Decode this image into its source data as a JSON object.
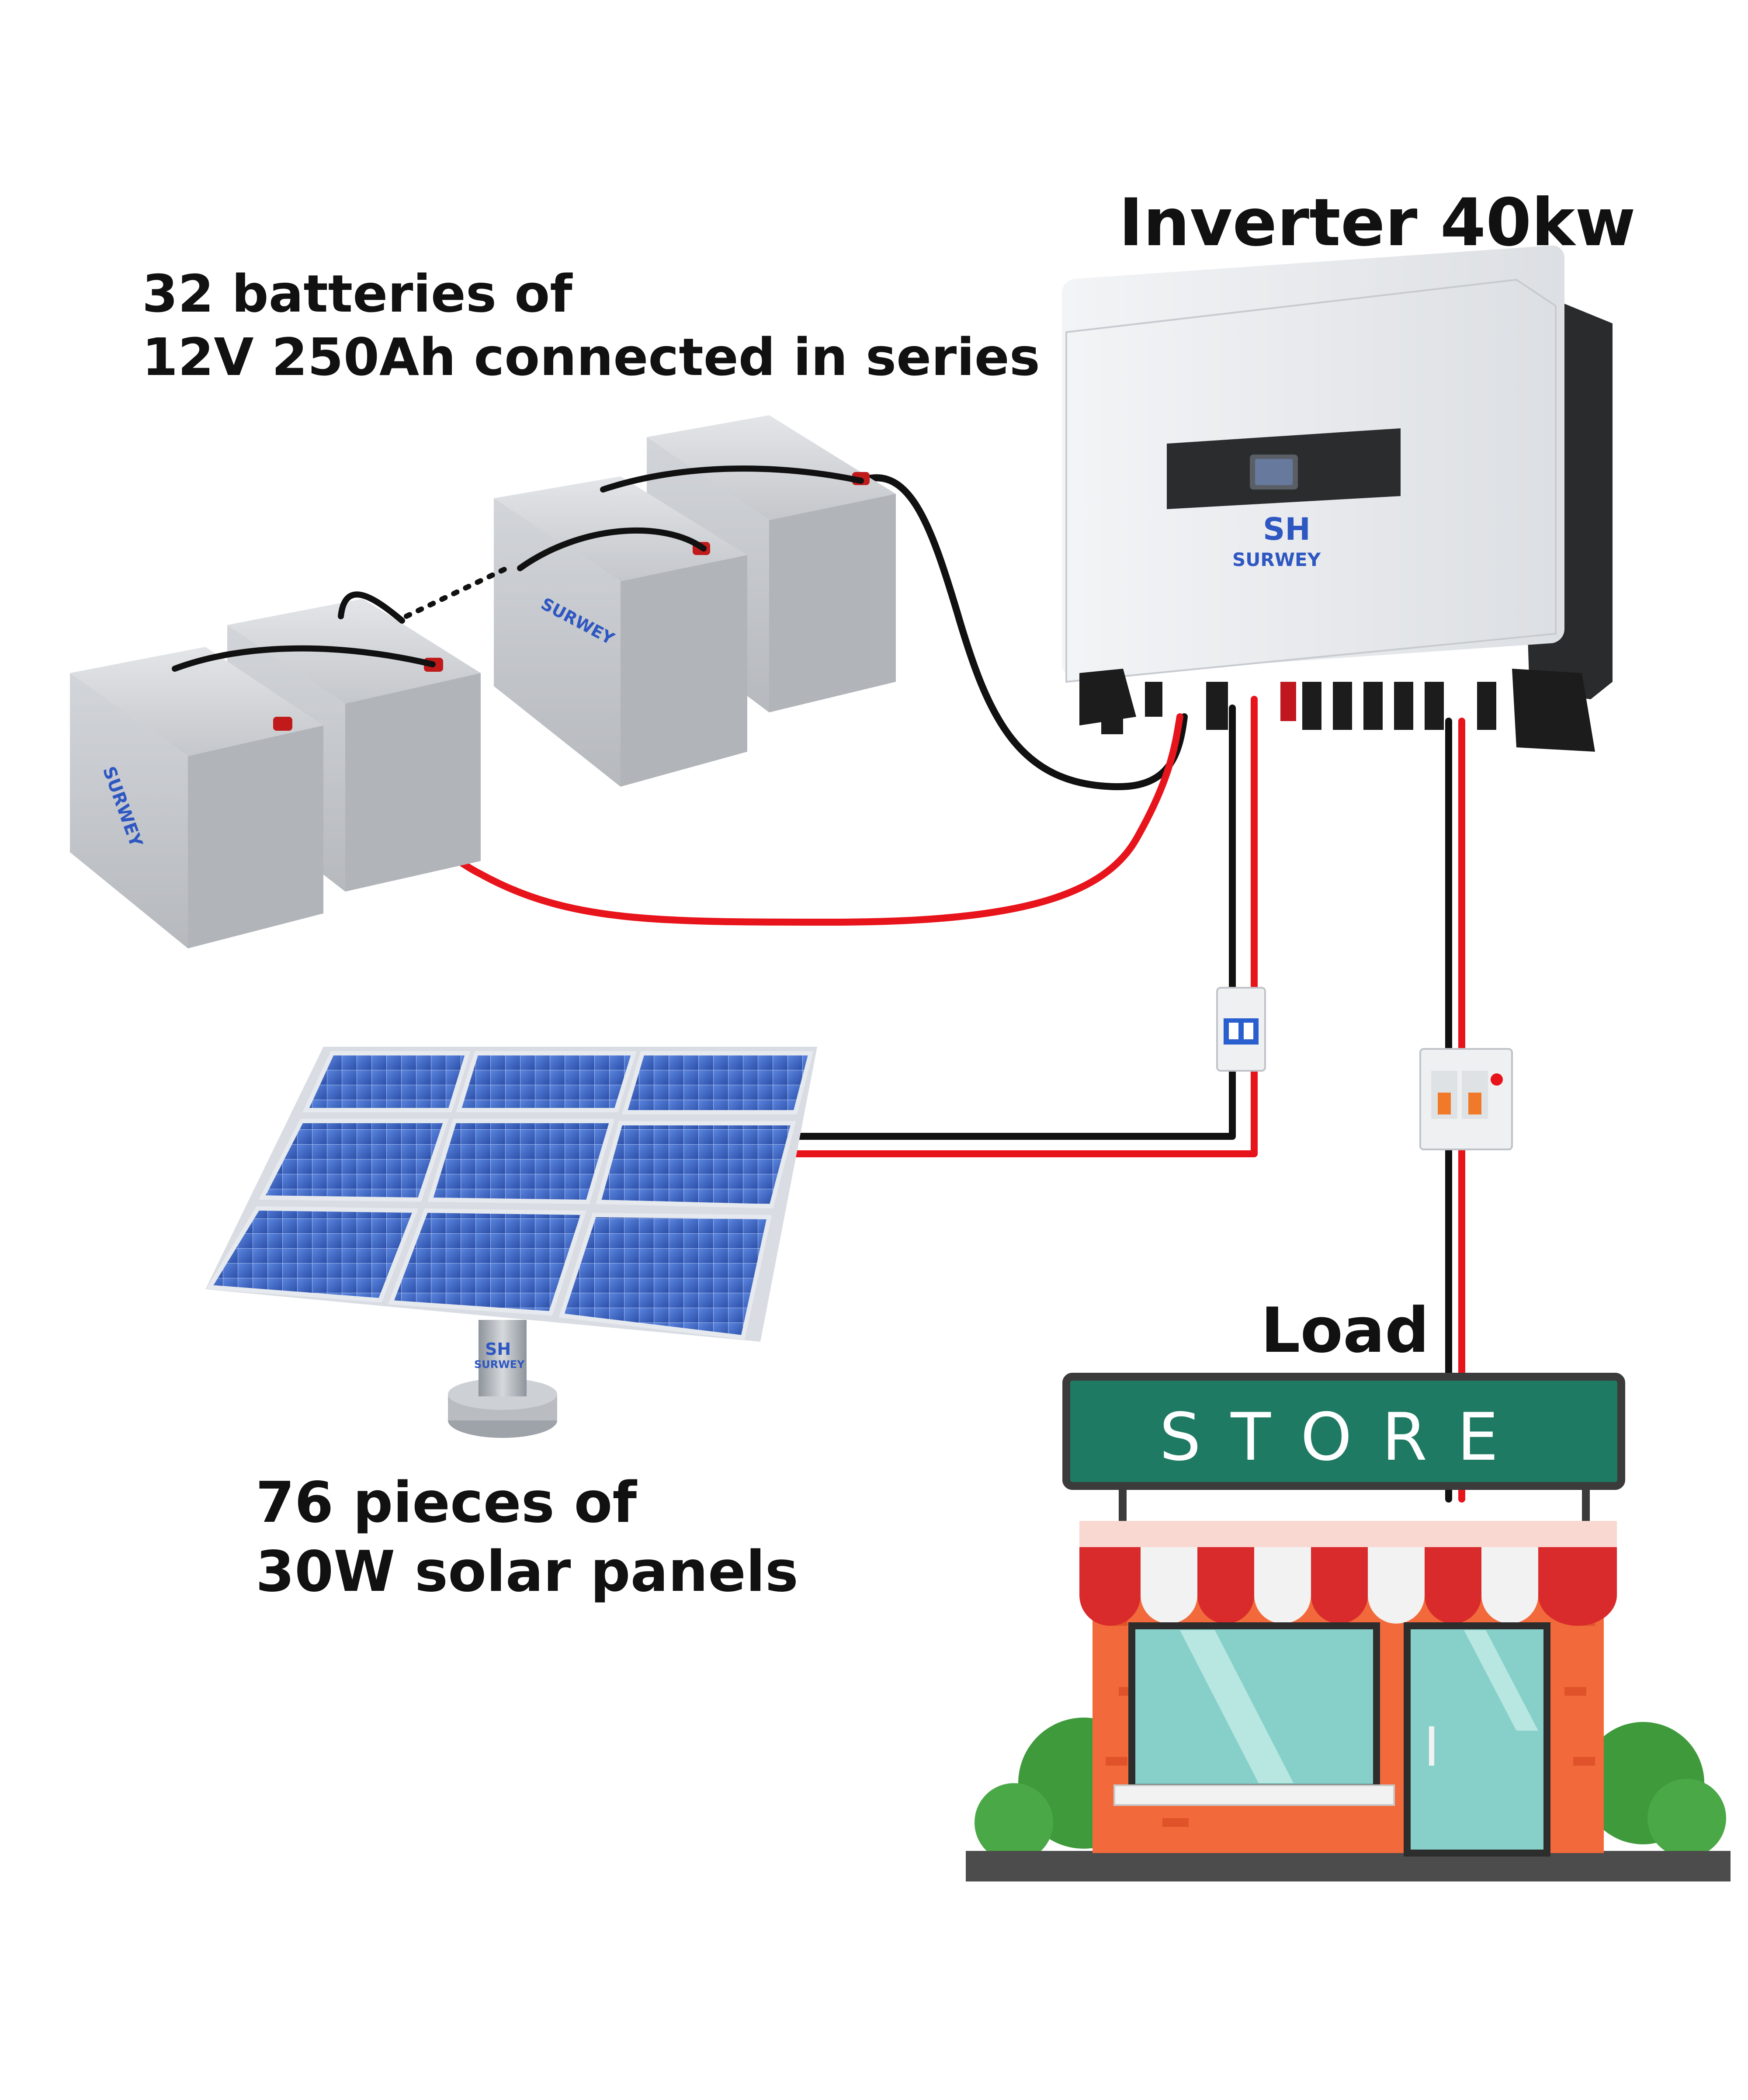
{
  "labels": {
    "batteries_line1": "32 batteries of",
    "batteries_line2": "12V 250Ah connected in series",
    "inverter": "Inverter 40kw",
    "solar_line1": "76 pieces of",
    "solar_line2": "30W solar panels",
    "load": "Load"
  },
  "sign": {
    "text": "STORE"
  },
  "brand": {
    "name": "SURWEY",
    "mark": "SH"
  },
  "colors": {
    "wire_red": "#e8141c",
    "wire_black": "#111111",
    "battery": "#c9ccd0",
    "inverter_body": "#e9ebee",
    "panel_blue": "#3d66c8",
    "store_sign": "#1f7a63",
    "store_wall": "#f26a3b",
    "awning_red": "#d92b2b",
    "window_teal": "#86d0c9",
    "bush": "#3f9a3c"
  }
}
